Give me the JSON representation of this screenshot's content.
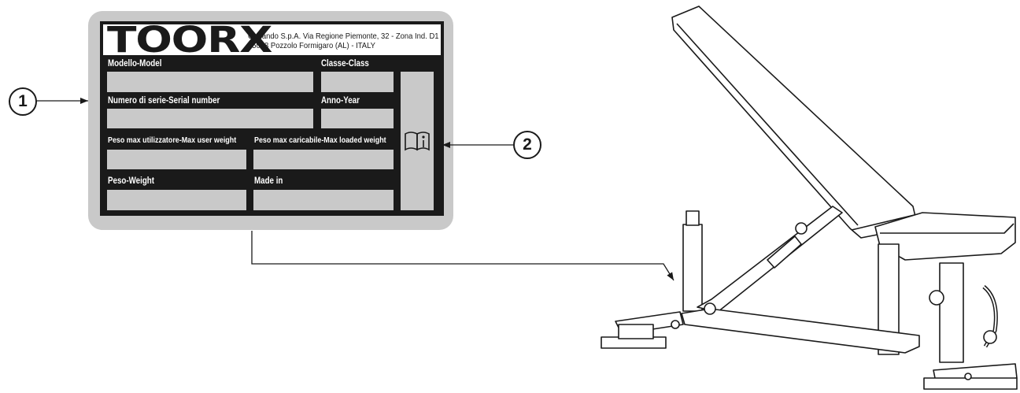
{
  "brand": "TOORX",
  "address": {
    "line1": "Garlando S.p.A. Via Regione Piemonte, 32 - Zona Ind. D1",
    "line2": "15068 Pozzolo Formigaro (AL) - ITALY"
  },
  "fields": {
    "model": "Modello-Model",
    "class": "Classe-Class",
    "serial": "Numero di serie-Serial number",
    "year": "Anno-Year",
    "max_user_weight": "Peso max utilizzatore-Max user weight",
    "max_loaded_weight": "Peso max caricabile-Max loaded weight",
    "weight": "Peso-Weight",
    "made_in": "Made in"
  },
  "callouts": [
    "1",
    "2"
  ],
  "icons": [
    "manual-info-icon"
  ],
  "colors": {
    "plate": "#c9c9c9",
    "plate_inner": "#1a1a1a"
  }
}
